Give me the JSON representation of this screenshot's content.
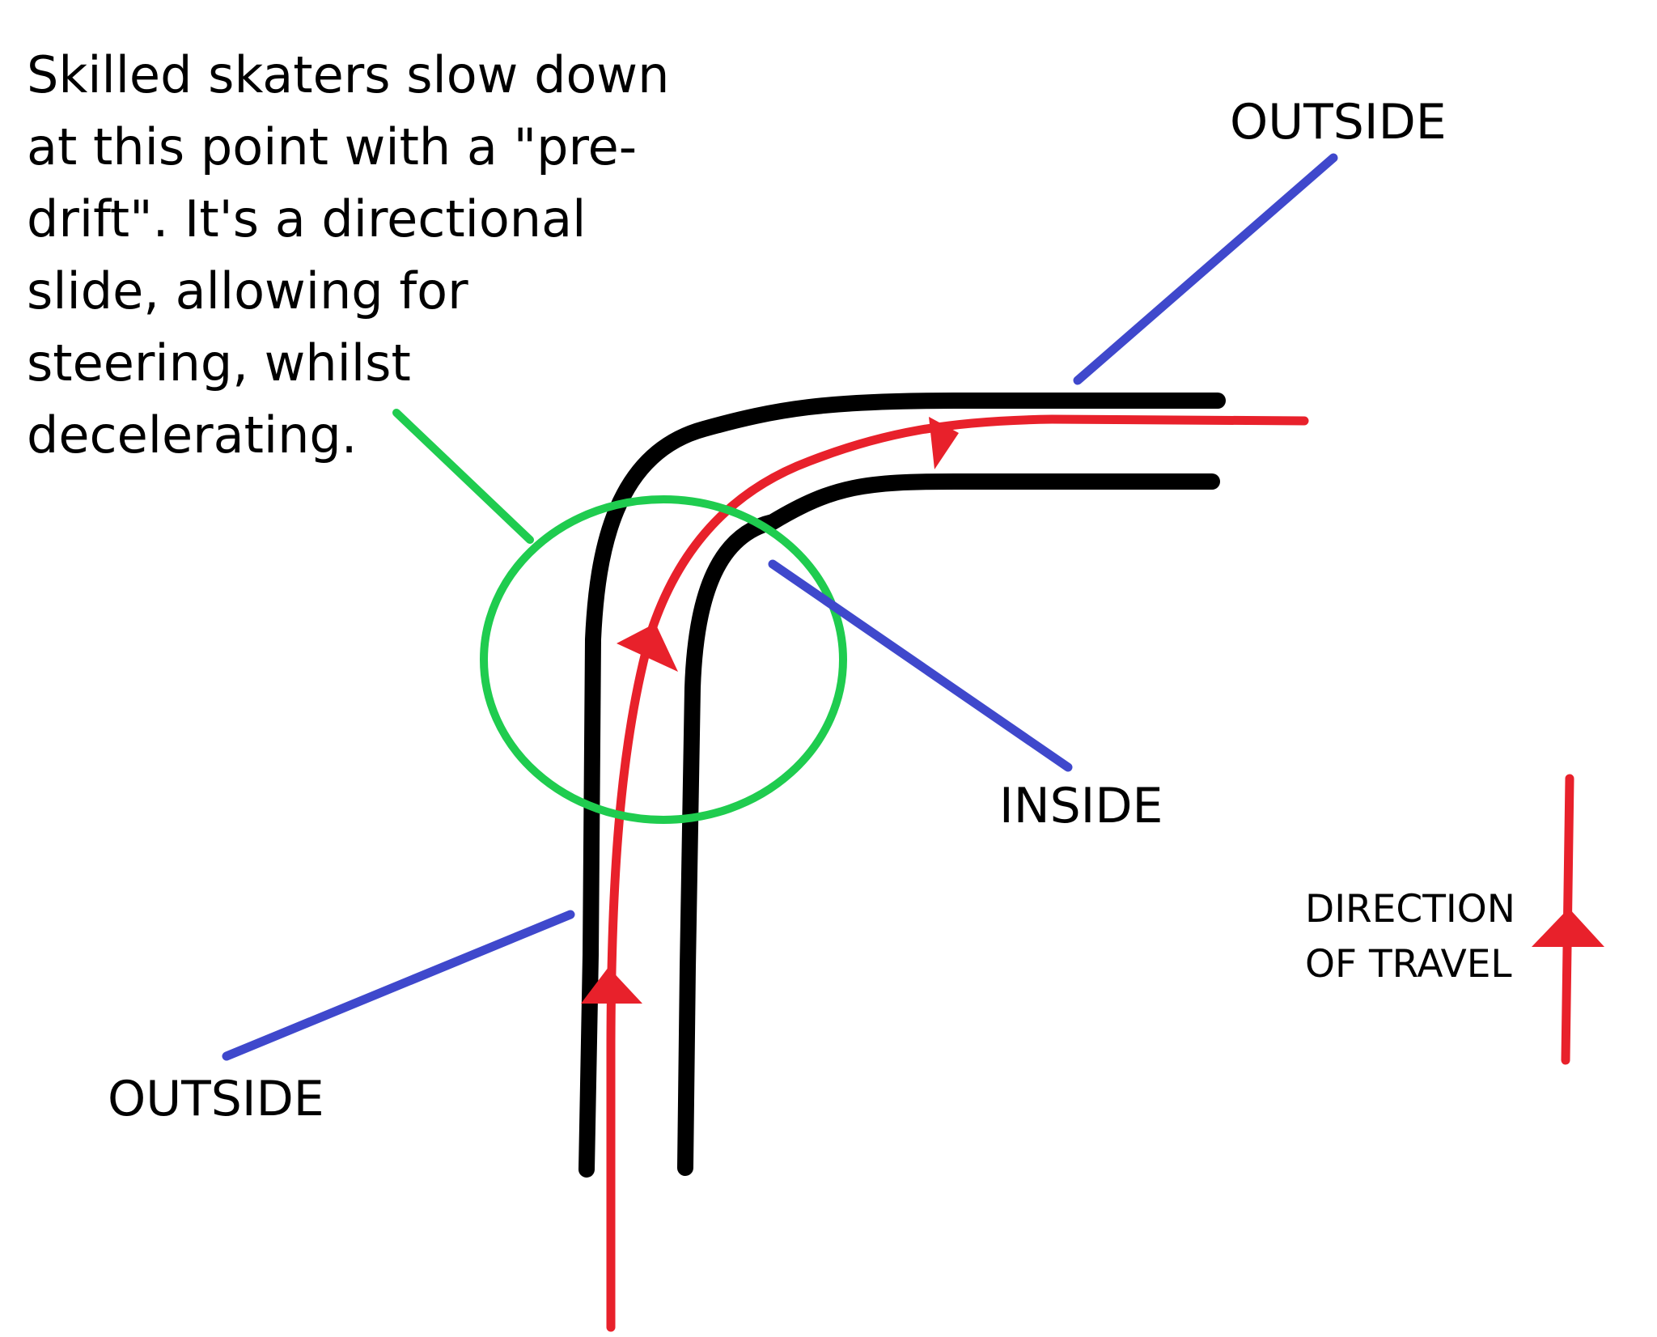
{
  "caption": {
    "lines": [
      "Skilled skaters slow down",
      "at this point with a \"pre-",
      "drift\". It's a directional",
      "slide, allowing for",
      "steering, whilst",
      "decelerating."
    ]
  },
  "labels": {
    "outside_top": "OUTSIDE",
    "inside": "INSIDE",
    "outside_bottom": "OUTSIDE"
  },
  "legend": {
    "line1": "DIRECTION",
    "line2": "OF TRAVEL"
  },
  "colors": {
    "track_edge": "#000000",
    "racing_line": "#e8212b",
    "pointer": "#3f48cc",
    "highlight_circle": "#1fcc4f",
    "text": "#000000",
    "background": "#ffffff"
  }
}
